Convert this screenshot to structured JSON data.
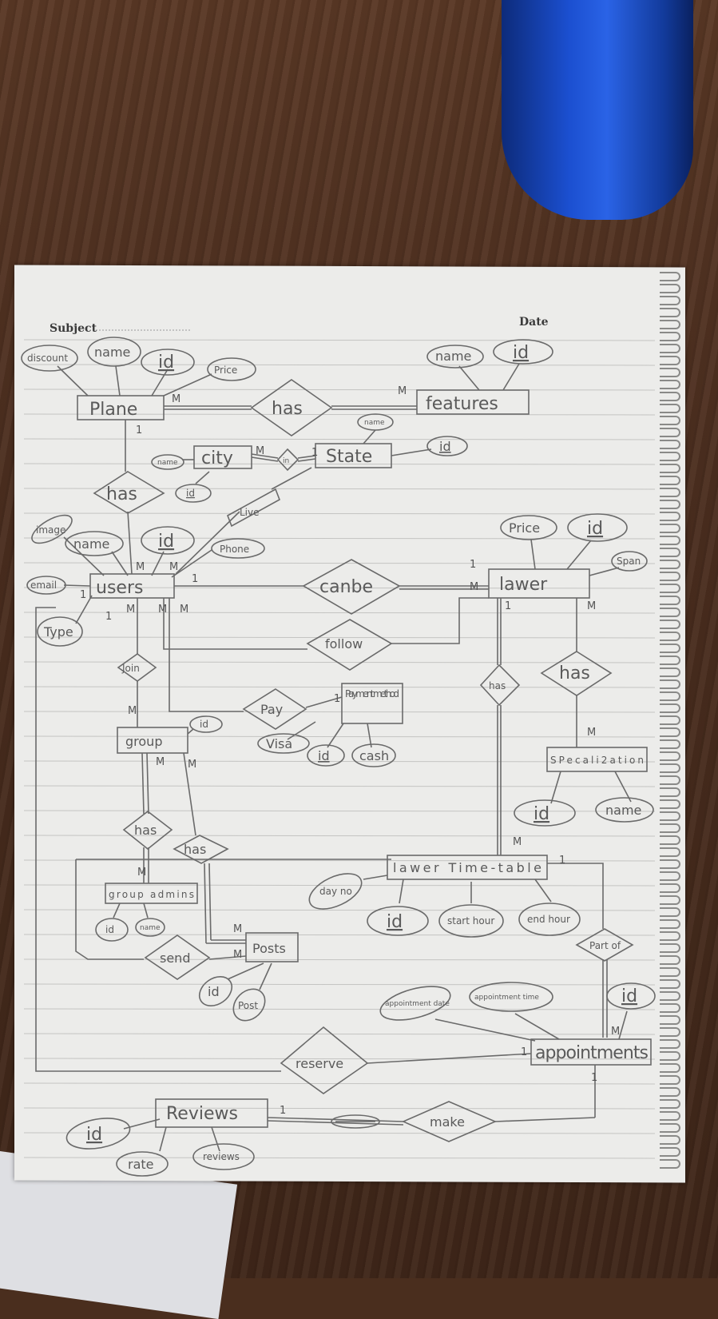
{
  "header": {
    "subject_label": "Subject",
    "date_label": "Date"
  },
  "entities": {
    "plane": "Plane",
    "features": "features",
    "city": "city",
    "state": "State",
    "users": "users",
    "lawyer": "lawer",
    "payment_method": "Payment method",
    "group": "group",
    "specialization": "SPecali2ation",
    "group_admins": "group admins",
    "posts": "Posts",
    "lawyer_timetable": "lawer Time-table",
    "appointments": "appointments",
    "reviews": "Reviews"
  },
  "relationships": {
    "plane_features": "has",
    "city_state": "in",
    "plane_users": "has",
    "users_lawyer_canbe": "canbe",
    "users_lawyer_follow": "follow",
    "users_group": "Join",
    "users_payment": "Pay",
    "lawyer_timetable": "has",
    "lawyer_specialization": "has",
    "group_admins": "has",
    "group_posts": "has",
    "admins_send": "send",
    "timetable_appointments": "Part of",
    "reserve": "reserve",
    "make": "make",
    "users_state_live": "Live"
  },
  "attributes": {
    "plane_discount": "discount",
    "plane_name": "name",
    "plane_id": "id",
    "plane_price": "Price",
    "features_name": "name",
    "features_id": "id",
    "state_name": "name",
    "state_id": "id",
    "city_name": "name",
    "city_id": "id",
    "users_image": "image",
    "users_name": "name",
    "users_id": "id",
    "users_phone": "Phone",
    "users_email": "email",
    "users_type": "Type",
    "lawyer_price": "Price",
    "lawyer_id": "id",
    "lawyer_span": "Span",
    "group_id": "id",
    "payment_visa": "Visa",
    "payment_id": "id",
    "payment_cash": "cash",
    "spec_id": "id",
    "spec_name": "name",
    "admins_id": "id",
    "admins_name": "name",
    "posts_id": "id",
    "posts_post": "Post",
    "tt_day": "day no",
    "tt_id": "id",
    "tt_start": "start hour",
    "tt_end": "end hour",
    "appt_date": "appointment date",
    "appt_time": "appointment time",
    "appt_id": "id",
    "reviews_id": "id",
    "reviews_rate": "rate",
    "reviews_reviews": "reviews"
  },
  "cardinalities": {
    "m": "M",
    "one": "1"
  },
  "colors": {
    "paper": "#ececea",
    "pencil": "#6a6a6a",
    "wood": "#4b2e1f",
    "bottle": "#1b4fd0"
  }
}
